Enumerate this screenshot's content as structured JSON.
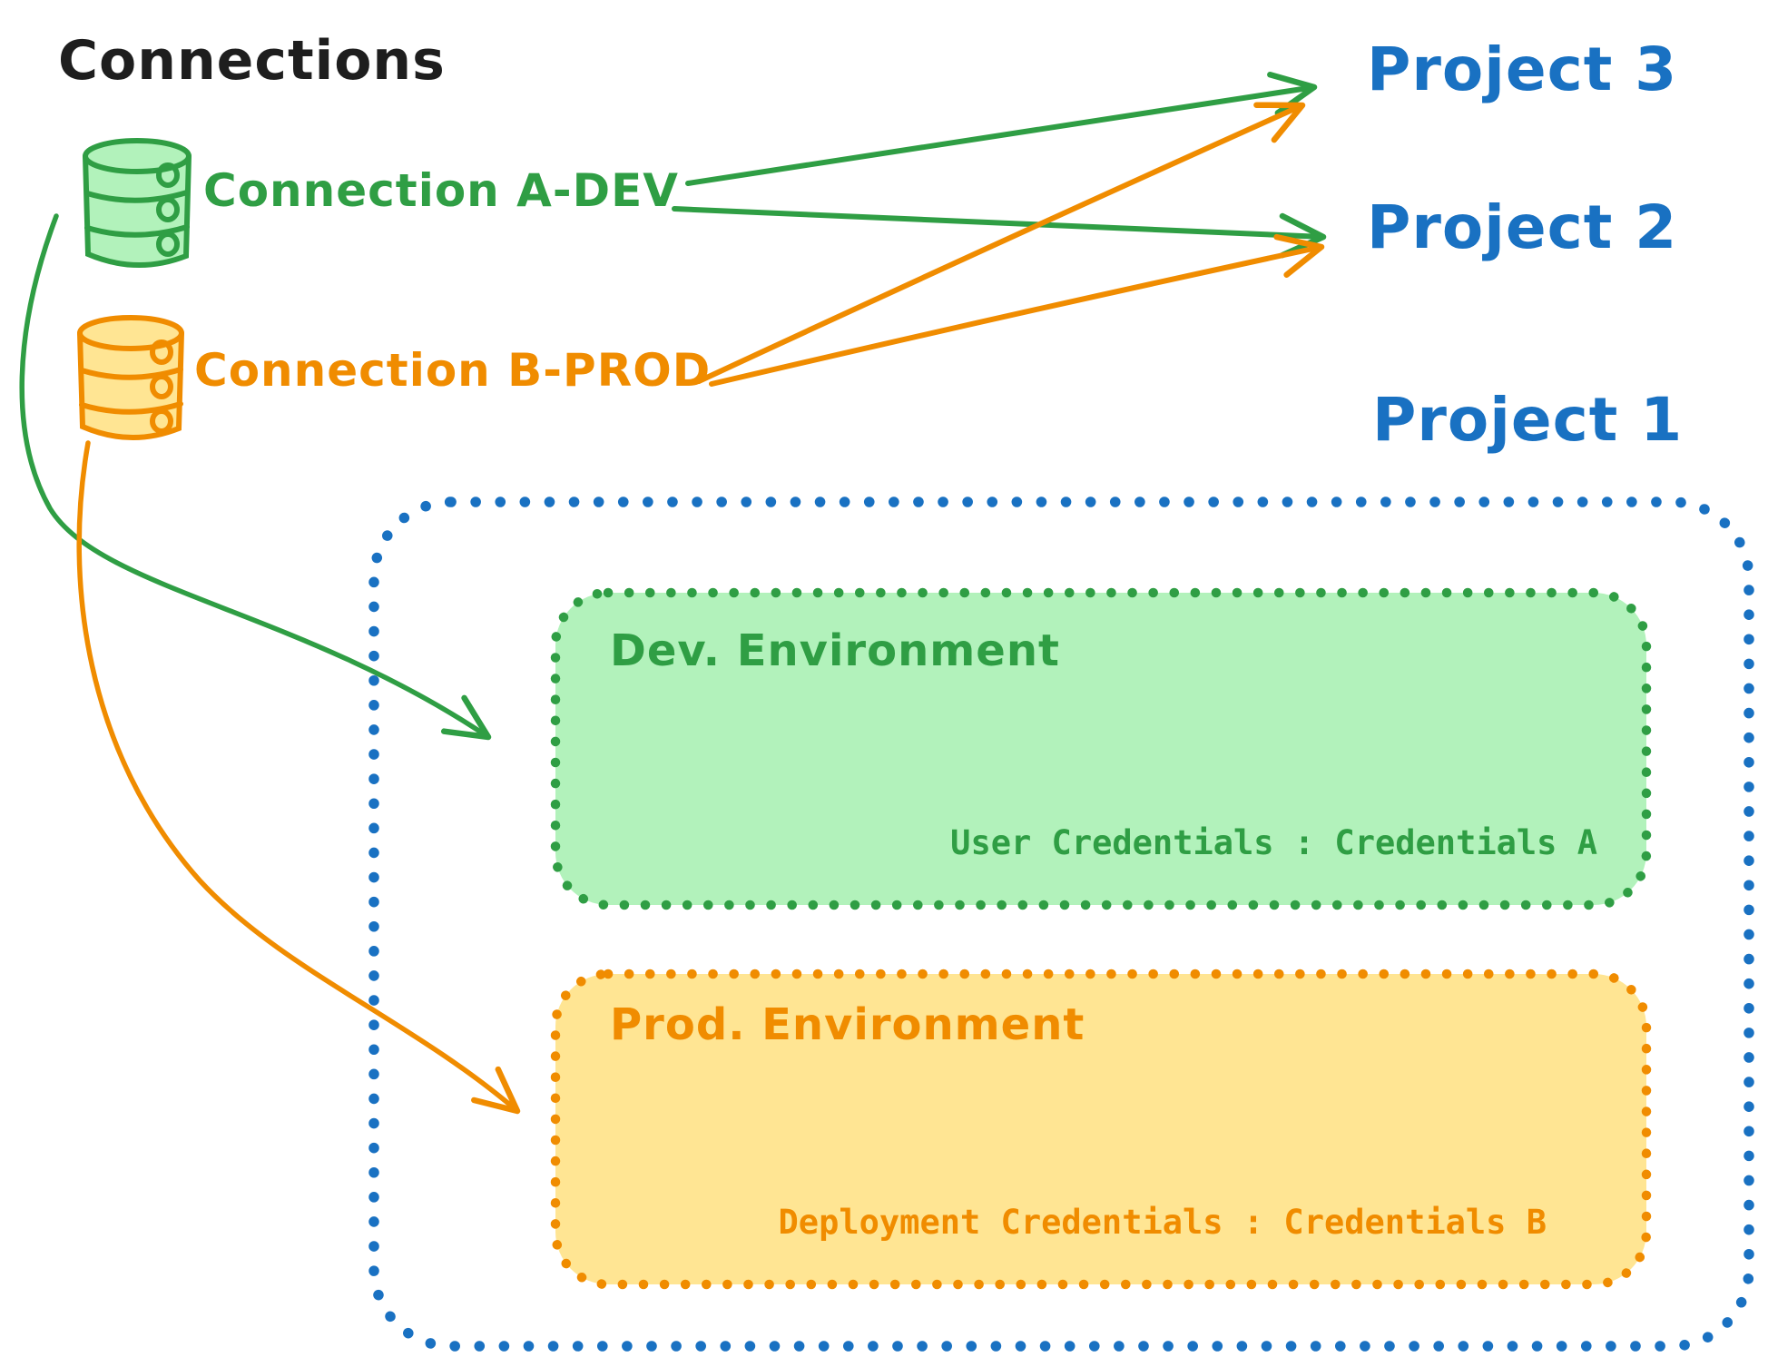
{
  "title": "Connections",
  "palette": {
    "black": "#1e1e1e",
    "blue": "#1971c2",
    "green_stroke": "#2f9e44",
    "green_fill": "#b2f2bb",
    "orange_stroke": "#f08c00",
    "orange_fill": "#ffe593"
  },
  "connections": [
    {
      "id": "a-dev",
      "label": "Connection A-DEV",
      "color": "#2f9e44",
      "icon": "database-cylinder-icon"
    },
    {
      "id": "b-prod",
      "label": "Connection B-PROD",
      "color": "#f08c00",
      "icon": "database-cylinder-icon"
    }
  ],
  "projects": {
    "project3": "Project 3",
    "project2": "Project 2",
    "project1": "Project 1"
  },
  "project1_contents": {
    "dev_environment": {
      "label": "Dev. Environment",
      "credentials": "User Credentials : Credentials A"
    },
    "prod_environment": {
      "label": "Prod. Environment",
      "credentials": "Deployment Credentials : Credentials B"
    }
  },
  "edges": [
    {
      "from": "Connection A-DEV",
      "to": "Project 3",
      "color": "green"
    },
    {
      "from": "Connection A-DEV",
      "to": "Project 2",
      "color": "green"
    },
    {
      "from": "Connection A-DEV",
      "to": "Project 1 / Dev. Environment",
      "color": "green"
    },
    {
      "from": "Connection B-PROD",
      "to": "Project 3",
      "color": "orange"
    },
    {
      "from": "Connection B-PROD",
      "to": "Project 2",
      "color": "orange"
    },
    {
      "from": "Connection B-PROD",
      "to": "Project 1 / Prod. Environment",
      "color": "orange"
    }
  ]
}
